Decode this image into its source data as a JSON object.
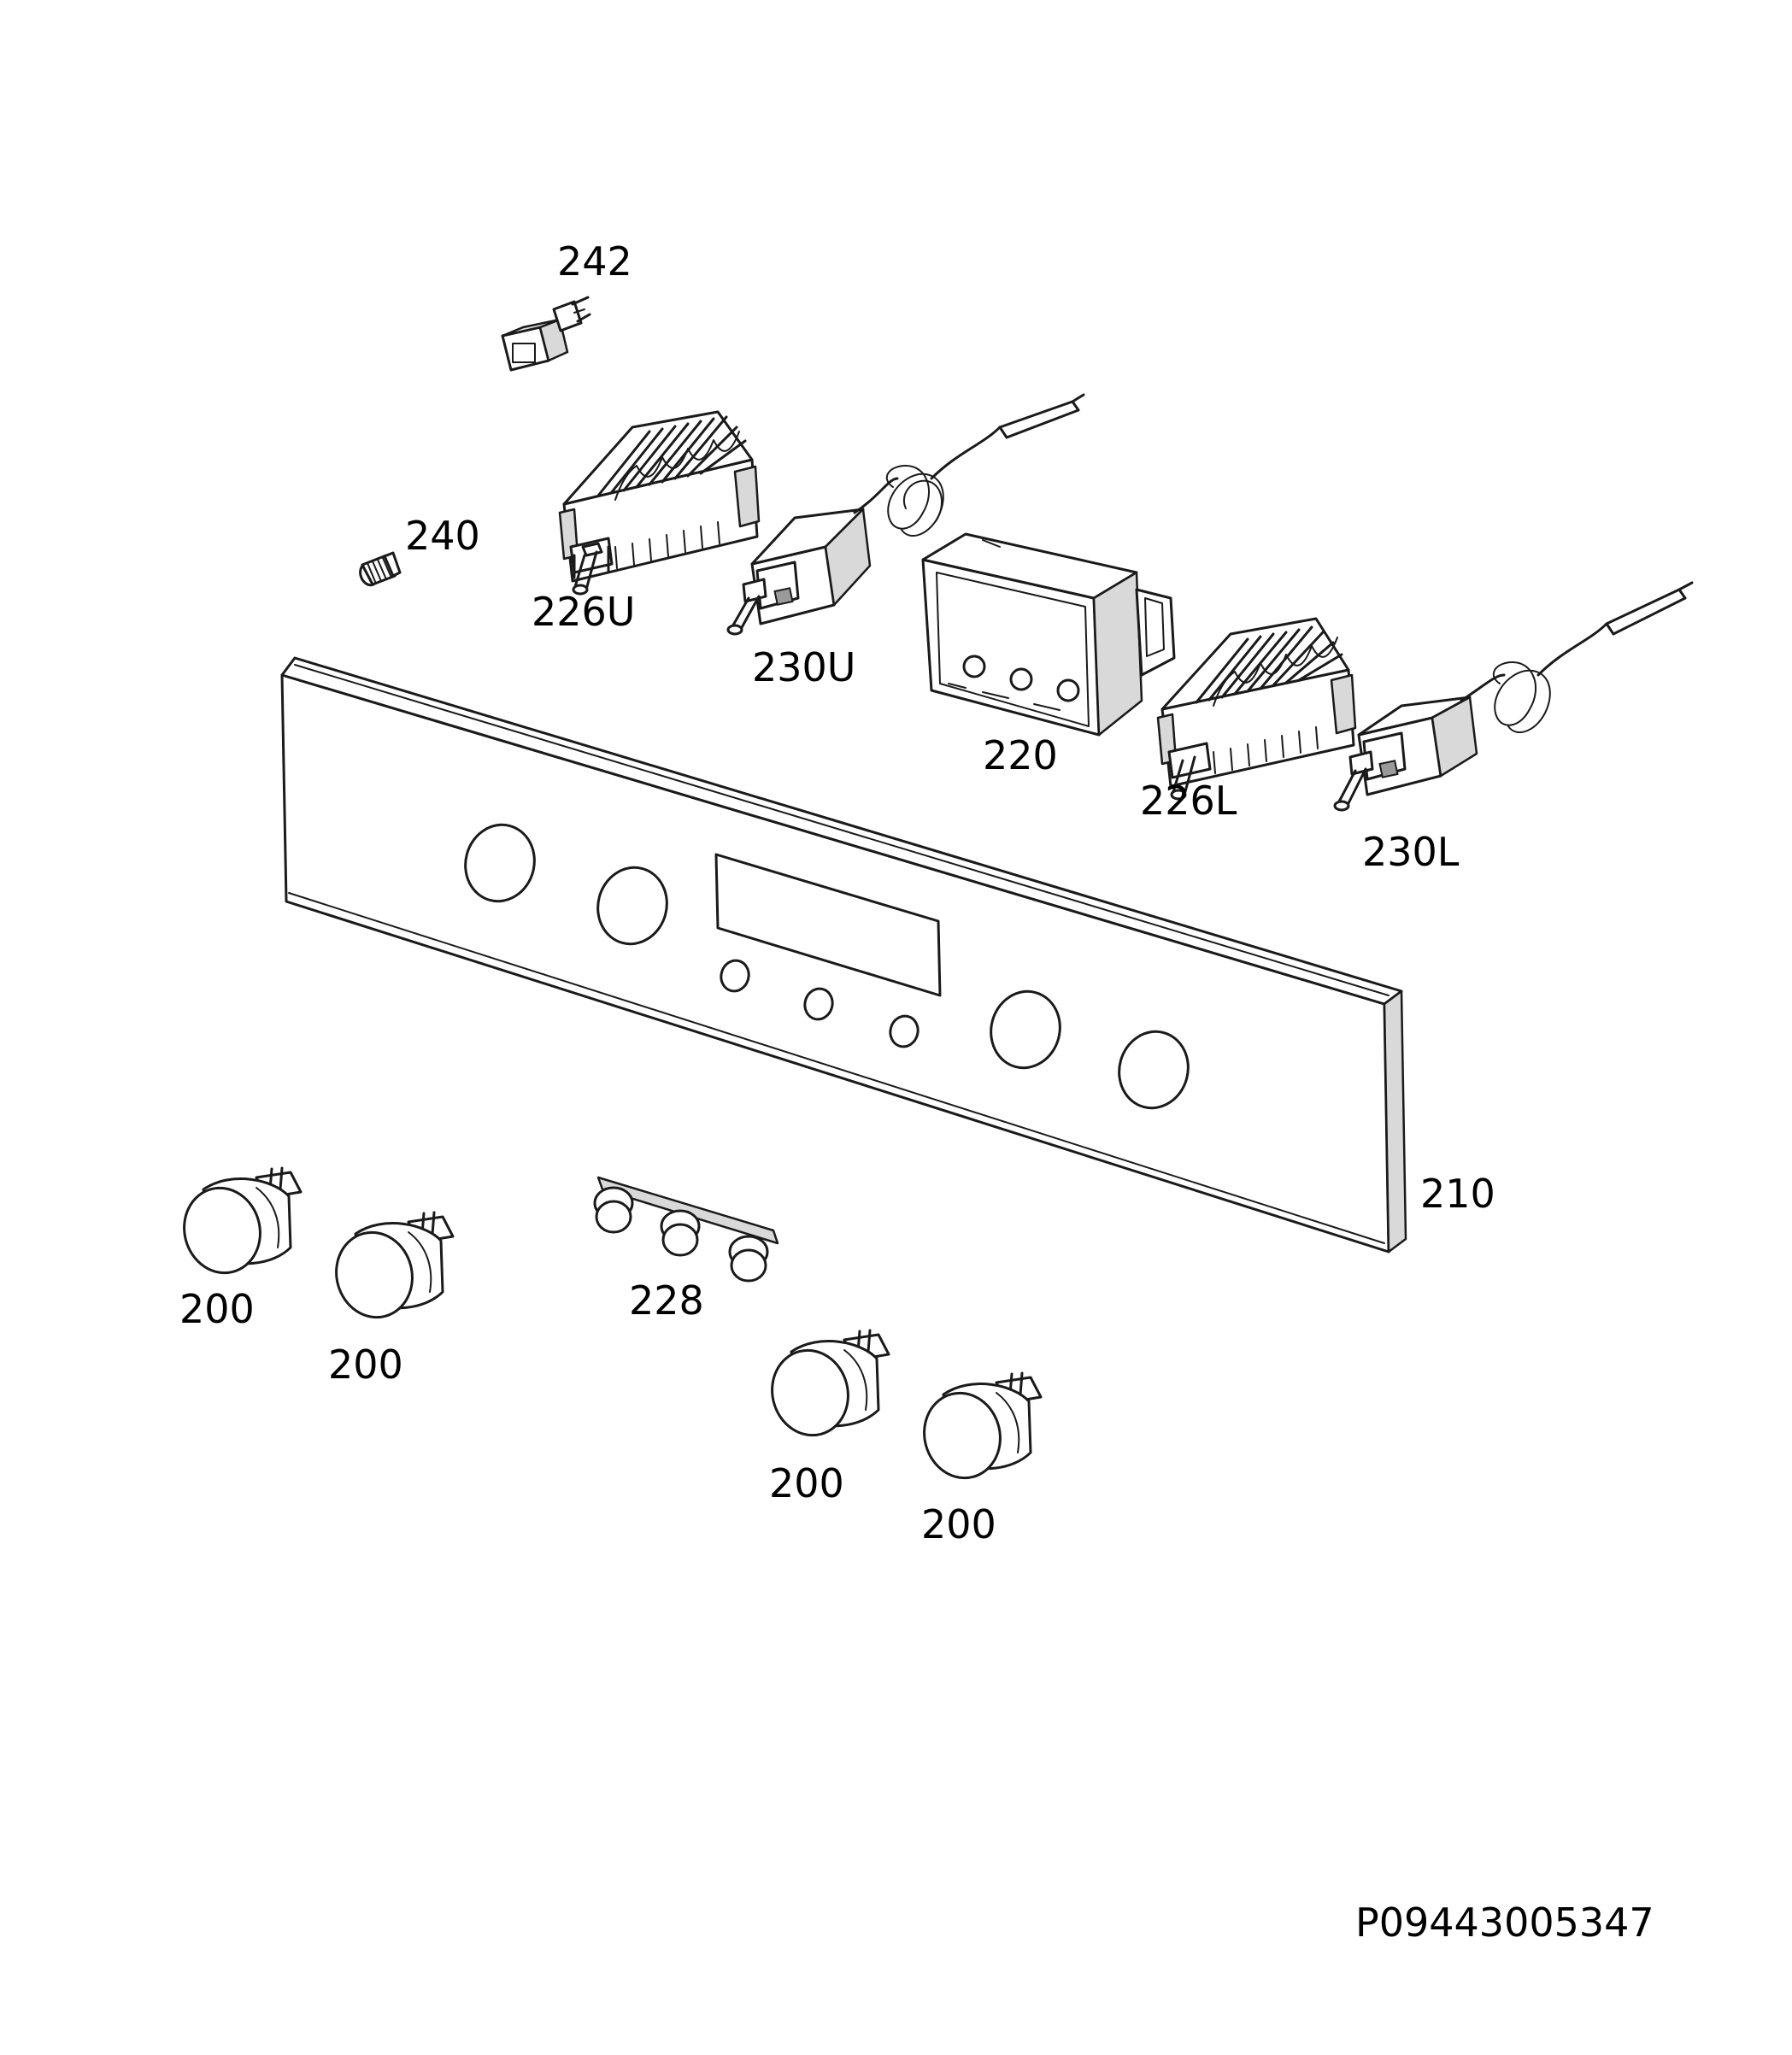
{
  "diagram": {
    "drawing_number": "P09443005347",
    "parts": [
      {
        "label": "242",
        "component": "pushbutton switch"
      },
      {
        "label": "240",
        "component": "screw"
      },
      {
        "label": "226U",
        "component": "rotary selector switch"
      },
      {
        "label": "230U",
        "component": "thermostat"
      },
      {
        "label": "220",
        "component": "electronic timer"
      },
      {
        "label": "226L",
        "component": "rotary selector switch"
      },
      {
        "label": "230L",
        "component": "thermostat"
      },
      {
        "label": "210",
        "component": "control panel"
      },
      {
        "label": "228",
        "component": "push button strip"
      },
      {
        "label": "200",
        "component": "control knob"
      },
      {
        "label": "200",
        "component": "control knob"
      },
      {
        "label": "200",
        "component": "control knob"
      },
      {
        "label": "200",
        "component": "control knob"
      }
    ]
  }
}
